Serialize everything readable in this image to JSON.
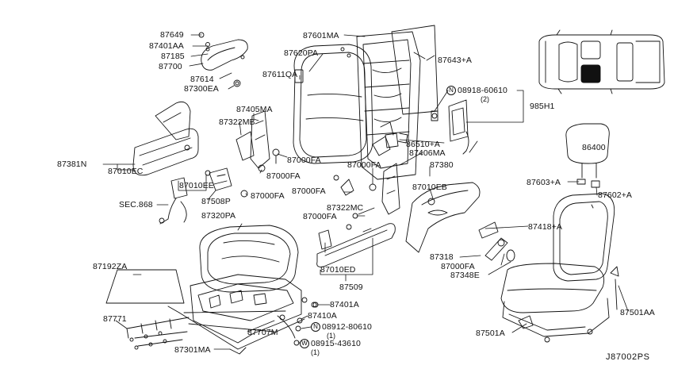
{
  "diagram": {
    "id": "J87002PS",
    "labels": {
      "p87649": "87649",
      "p87401AA": "87401AA",
      "p87185": "87185",
      "p87700": "87700",
      "p87614": "87614",
      "p87300EA": "87300EA",
      "p87620PA": "87620PA",
      "p87611QA": "87611QA",
      "p87601MA": "87601MA",
      "p87643A": "87643+A",
      "p08918": "08918-60610",
      "p08918_qty": "(2)",
      "p985H1": "985H1",
      "p87405MA": "87405MA",
      "p87322MB": "87322MB",
      "p87000FA_1": "87000FA",
      "p87000FA_2": "87000FA",
      "p87000FA_3": "87000FA",
      "p87000FA_4": "87000FA",
      "p87000FA_5": "87000FA",
      "p87000FA_6": "87000FA",
      "p87000FA_7": "87000FA",
      "p86510A": "86510+A",
      "p87406MA": "87406MA",
      "p87380": "87380",
      "p86400": "86400",
      "p87381N": "87381N",
      "p87010EC": "87010EC",
      "p87010EE": "87010EE",
      "p87508P": "87508P",
      "pSEC868": "SEC.868",
      "p87320PA": "87320PA",
      "p87322MC": "87322MC",
      "p87010EB": "87010EB",
      "p87603A": "87603+A",
      "p87602A": "87602+A",
      "p87418A": "87418+A",
      "p87010ED": "87010ED",
      "p87318": "87318",
      "p87348E": "87348E",
      "p87509": "87509",
      "p87192ZA": "87192ZA",
      "p87401A": "87401A",
      "p87410A": "87410A",
      "p08912": "08912-80610",
      "p08912_qty": "(1)",
      "p08915": "08915-43610",
      "p08915_qty": "(1)",
      "p87771": "87771",
      "p87707M": "87707M",
      "p87301MA": "87301MA",
      "p87501A": "87501A",
      "p87501AA": "87501AA"
    },
    "badges": {
      "n1": "N",
      "n2": "N",
      "w1": "W"
    }
  }
}
